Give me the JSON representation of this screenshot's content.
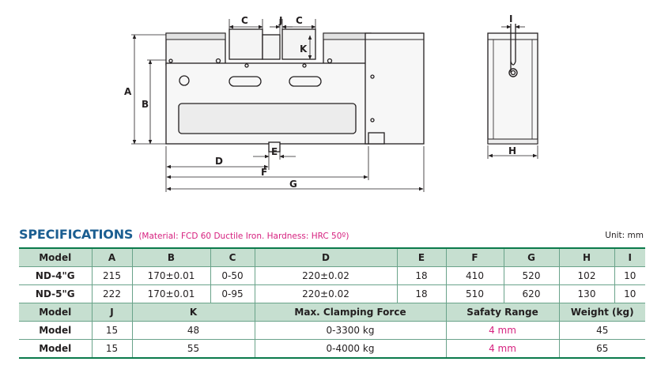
{
  "drawing": {
    "dims": {
      "A": "A",
      "B": "B",
      "C1": "C",
      "J": "J",
      "C2": "C",
      "K": "K",
      "D": "D",
      "E": "E",
      "F": "F",
      "G": "G",
      "H": "H",
      "I": "I"
    }
  },
  "specs": {
    "title": "SPECIFICATIONS",
    "material": "(Material: FCD 60 Ductile Iron. Hardness: HRC 50º)",
    "unit": "Unit: mm",
    "header1": [
      "Model",
      "A",
      "B",
      "C",
      "D",
      "E",
      "F",
      "G",
      "H",
      "I"
    ],
    "rows1": [
      [
        "ND-4\"G",
        "215",
        "170±0.01",
        "0-50",
        "220±0.02",
        "18",
        "410",
        "520",
        "102",
        "10"
      ],
      [
        "ND-5\"G",
        "222",
        "170±0.01",
        "0-95",
        "220±0.02",
        "18",
        "510",
        "620",
        "130",
        "10"
      ]
    ],
    "header2": [
      "Model",
      "J",
      "K",
      "Max. Clamping Force",
      "Safaty Range",
      "Weight (kg)"
    ],
    "rows2": [
      [
        "Model",
        "15",
        "48",
        "0-3300 kg",
        "4 mm",
        "45"
      ],
      [
        "Model",
        "15",
        "55",
        "0-4000 kg",
        "4 mm",
        "65"
      ]
    ]
  },
  "colors": {
    "title": "#1b5e91",
    "accent_pink": "#d6217f",
    "header_fill": "#c6dfd0",
    "rule_green": "#0b7a4b"
  }
}
